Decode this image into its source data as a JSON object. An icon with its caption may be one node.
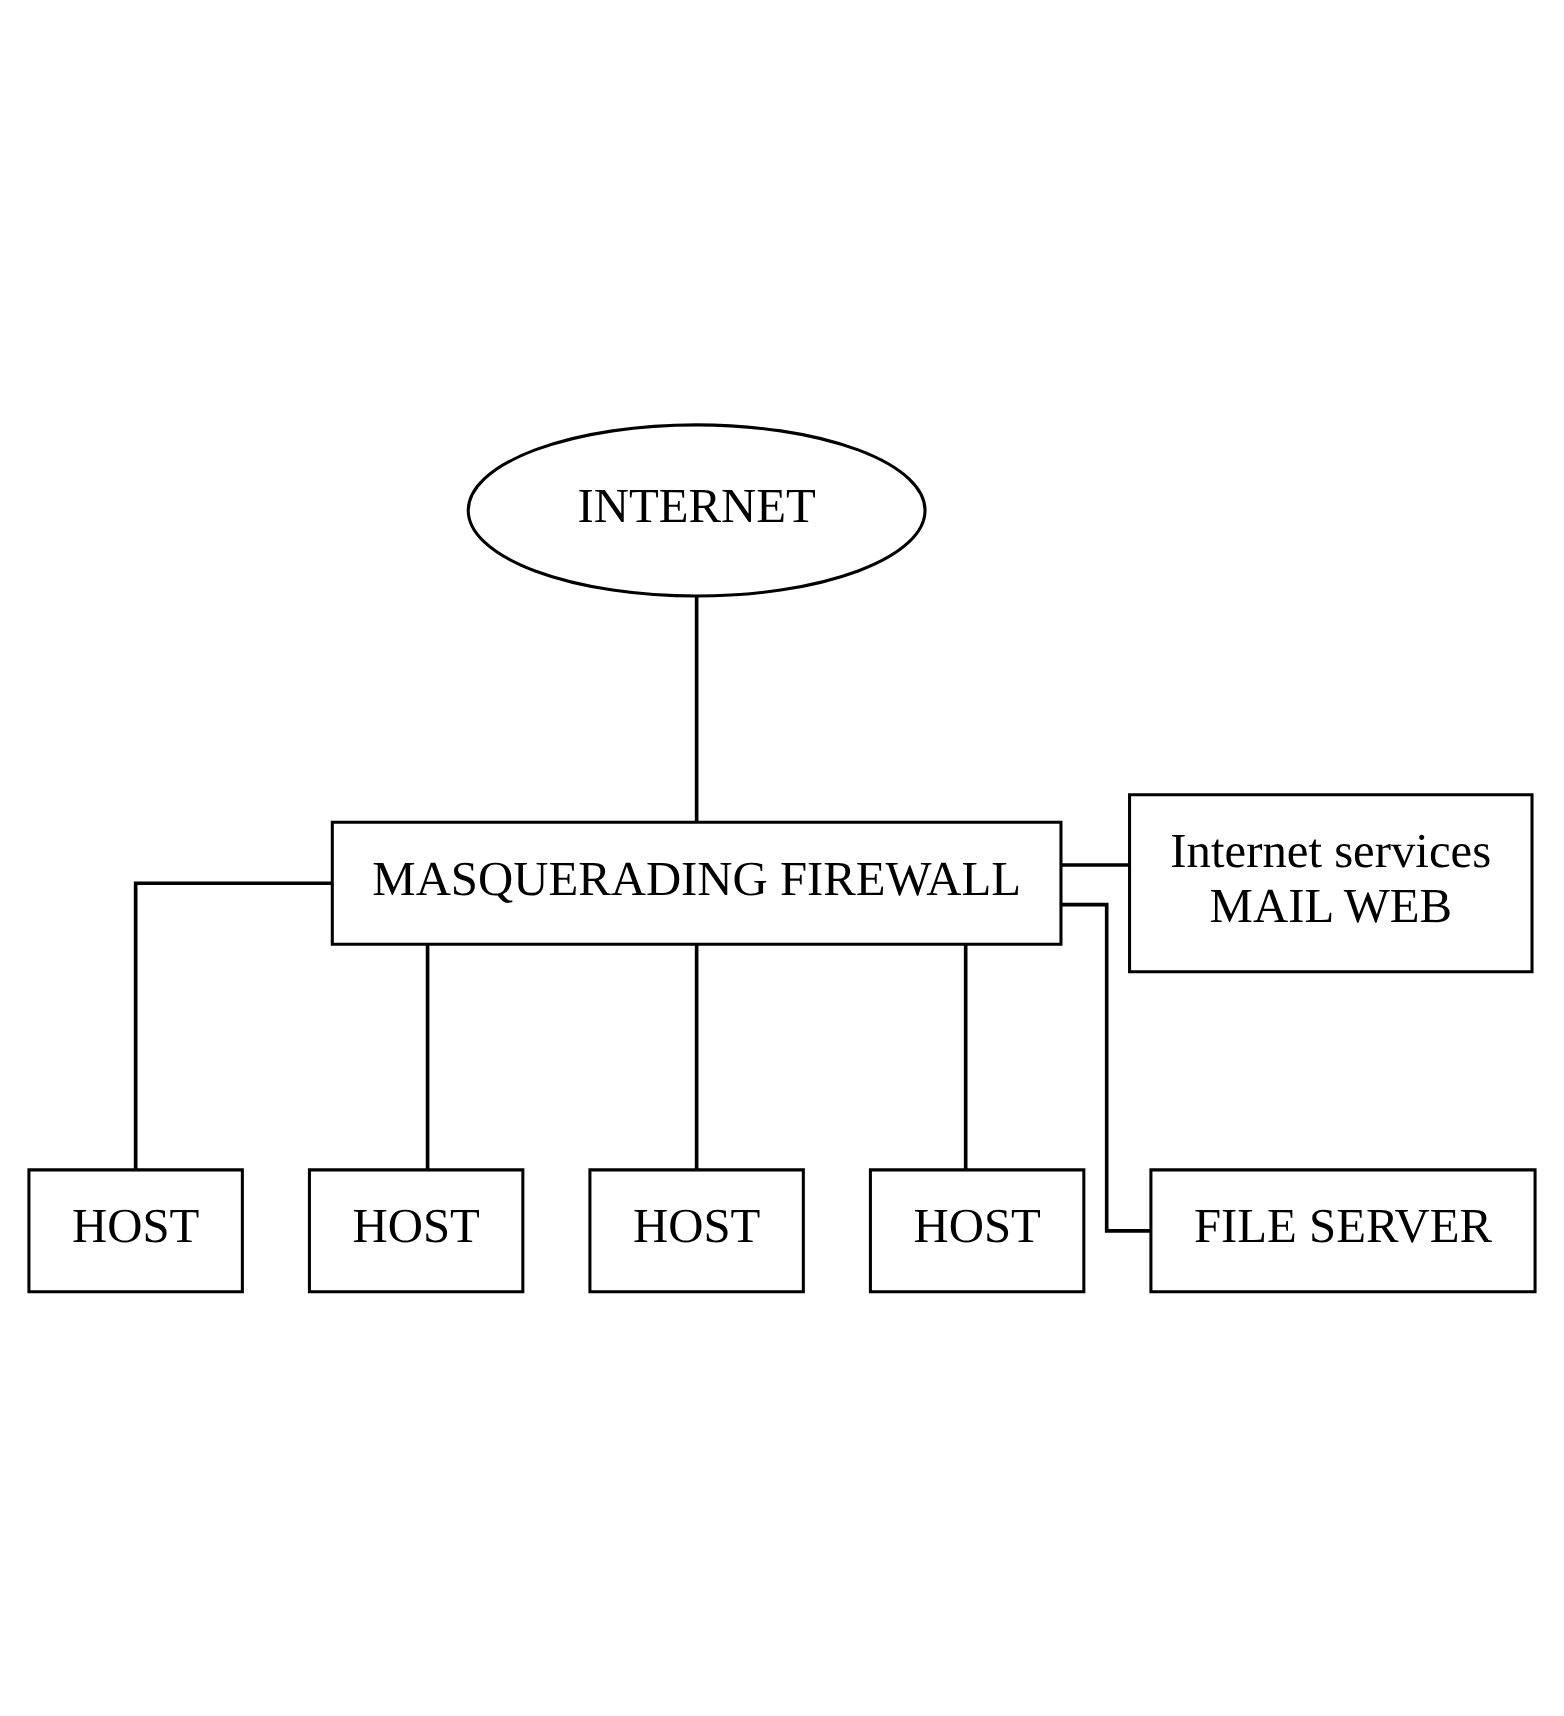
{
  "diagram": {
    "nodes": [
      {
        "text": [
          "INTERNET"
        ]
      },
      {
        "text": [
          "MASQUERADING FIREWALL"
        ]
      },
      {
        "text": [
          "Internet services",
          "MAIL WEB"
        ]
      },
      {
        "text": [
          "HOST"
        ]
      },
      {
        "text": [
          "HOST"
        ]
      },
      {
        "text": [
          "HOST"
        ]
      },
      {
        "text": [
          "HOST"
        ]
      },
      {
        "text": [
          "FILE SERVER"
        ]
      }
    ],
    "edges": [
      {
        "from": 0,
        "to": 1,
        "arrow": "none"
      },
      {
        "from": 1,
        "to": 2,
        "arrow": "none"
      },
      {
        "from": 1,
        "to": 3,
        "arrow": "none"
      },
      {
        "from": 1,
        "to": 4,
        "arrow": "none"
      },
      {
        "from": 1,
        "to": 5,
        "arrow": "none"
      },
      {
        "from": 1,
        "to": 6,
        "arrow": "none"
      },
      {
        "from": 1,
        "to": 7,
        "arrow": "none"
      }
    ]
  }
}
